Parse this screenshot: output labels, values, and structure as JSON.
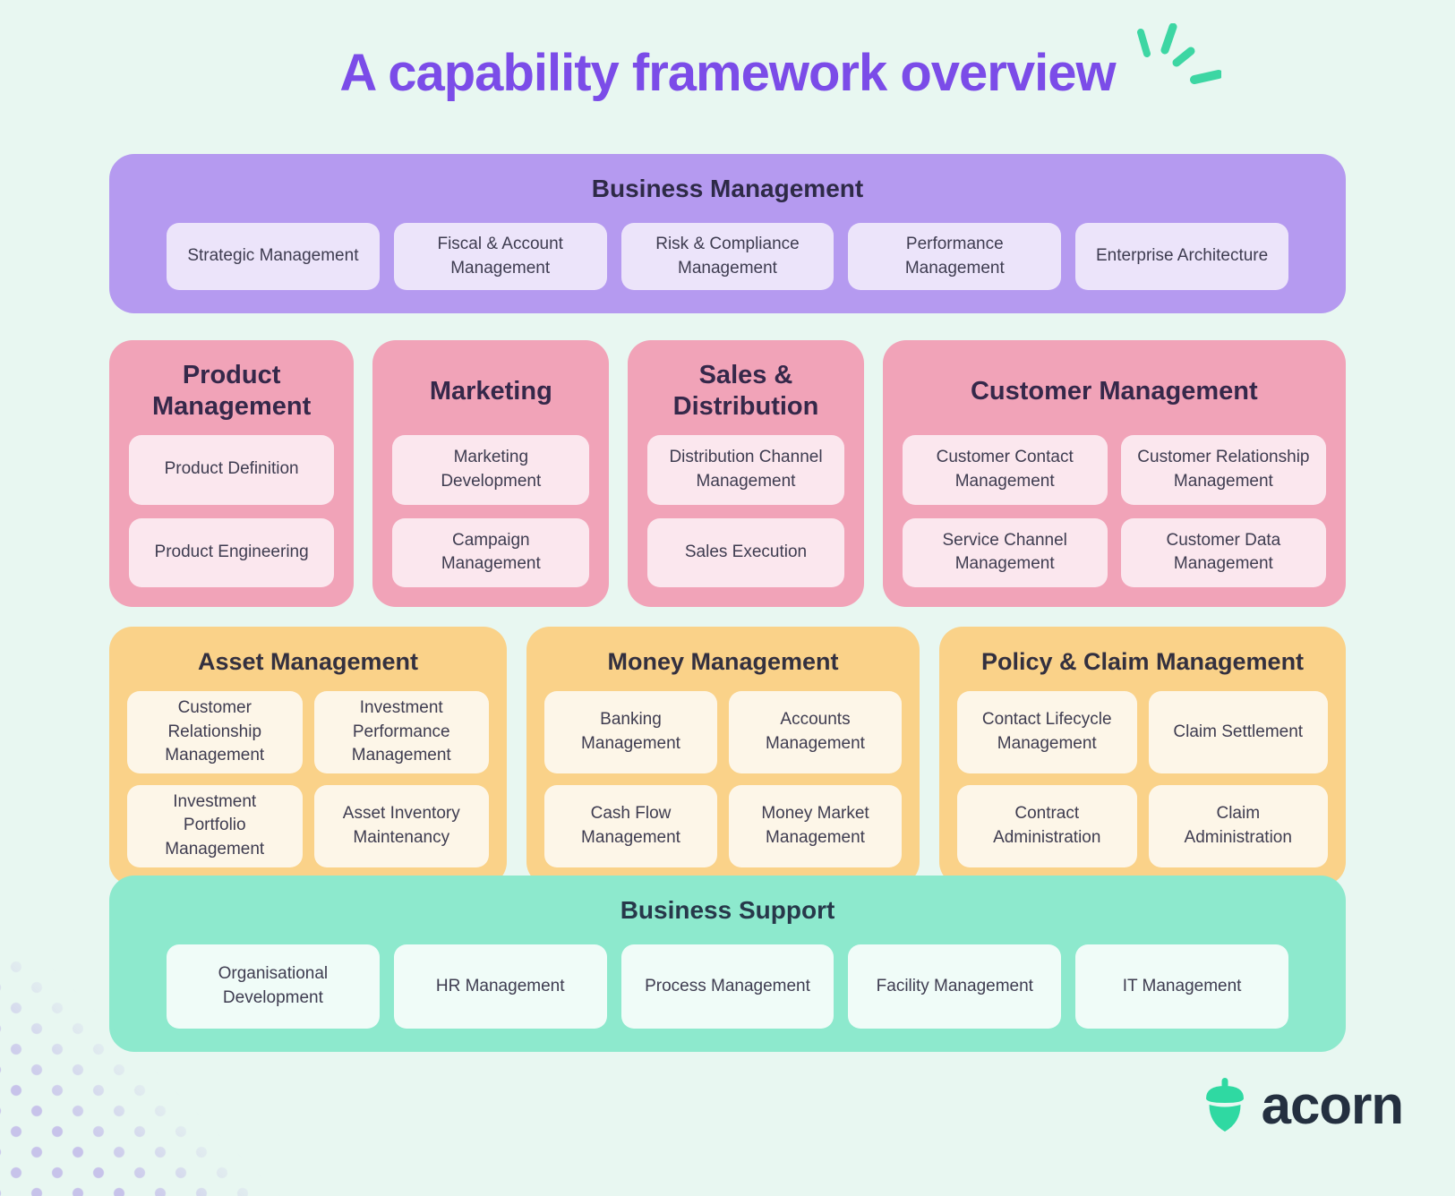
{
  "page_title": "A capability framework overview",
  "business_management": {
    "title": "Business Management",
    "items": [
      "Strategic Management",
      "Fiscal & Account Management",
      "Risk & Compliance Management",
      "Performance Management",
      "Enterprise Architecture"
    ]
  },
  "product_management": {
    "title": "Product Management",
    "items": [
      "Product Definition",
      "Product Engineering"
    ]
  },
  "marketing": {
    "title": "Marketing",
    "items": [
      "Marketing Development",
      "Campaign Management"
    ]
  },
  "sales_distribution": {
    "title": "Sales & Distribution",
    "items": [
      "Distribution Channel Management",
      "Sales Execution"
    ]
  },
  "customer_management": {
    "title": "Customer Management",
    "items": [
      "Customer Contact Management",
      "Customer Relationship Management",
      "Service Channel Management",
      "Customer Data Management"
    ]
  },
  "asset_management": {
    "title": "Asset Management",
    "items": [
      "Customer Relationship Management",
      "Investment Performance Management",
      "Investment Portfolio Management",
      "Asset Inventory Maintenancy"
    ]
  },
  "money_management": {
    "title": "Money Management",
    "items": [
      "Banking Management",
      "Accounts Management",
      "Cash Flow Management",
      "Money Market Management"
    ]
  },
  "policy_claim_management": {
    "title": "Policy & Claim Management",
    "items": [
      "Contact Lifecycle Management",
      "Claim Settlement",
      "Contract Administration",
      "Claim Administration"
    ]
  },
  "business_support": {
    "title": "Business Support",
    "items": [
      "Organisational Development",
      "HR Management",
      "Process Management",
      "Facility Management",
      "IT Management"
    ]
  },
  "logo": {
    "text": "acorn"
  },
  "colors": {
    "background": "#e8f7f1",
    "title_purple": "#7b4ce8",
    "band_purple": "#b59af0",
    "card_purple": "#ece4fa",
    "panel_pink": "#f1a3b8",
    "card_pink": "#fbe7ee",
    "panel_orange": "#fad289",
    "card_orange": "#fdf6e8",
    "band_green": "#8de9cd",
    "card_green": "#f0fcf8",
    "accent_green": "#2fd9a2",
    "dots_lavender": "#c7c3ea",
    "text_dark": "#2e2a47"
  }
}
